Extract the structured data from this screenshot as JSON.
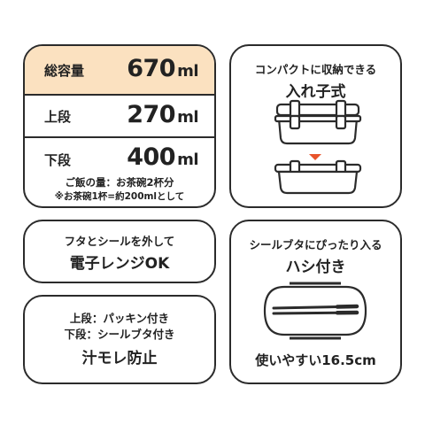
{
  "capacity": {
    "total": {
      "label": "総容量",
      "value": "670",
      "unit": "ml"
    },
    "upper": {
      "label": "上段",
      "value": "270",
      "unit": "ml"
    },
    "lower": {
      "label": "下段",
      "value": "400",
      "unit": "ml"
    },
    "note_rice": "ご飯の量：お茶碗2杯分",
    "note_bowl": "※お茶碗1杯=約200mlとして",
    "highlight_color": "#fbe1c0"
  },
  "nesting": {
    "line1": "コンパクトに収納できる",
    "line2": "入れ子式",
    "arrow_color": "#e8532b"
  },
  "microwave": {
    "line1": "フタとシールを外して",
    "line2": "電子レンジOK"
  },
  "leakproof": {
    "line1": "上段：パッキン付き",
    "line2": "下段：シールブタ付き",
    "line3": "汁モレ防止"
  },
  "chopsticks": {
    "line1": "シールブタにぴったり入る",
    "line2": "ハシ付き",
    "line3": "使いやすい16.5cm",
    "icon": "chopsticks-in-lid"
  }
}
